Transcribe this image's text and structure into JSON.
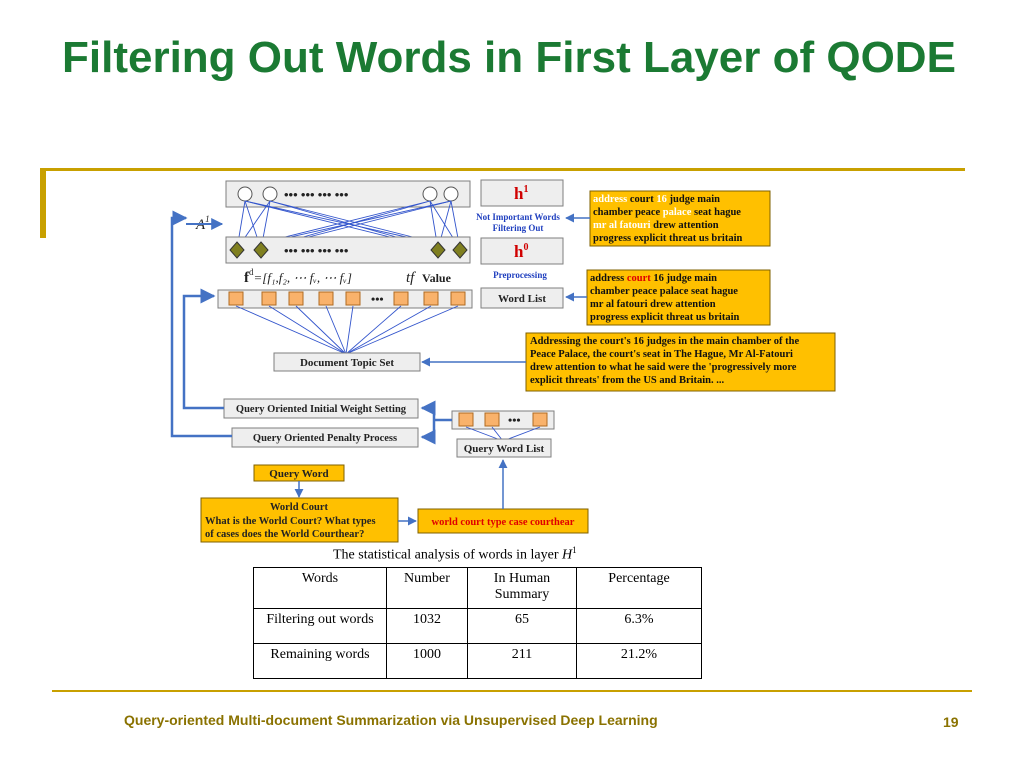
{
  "slide": {
    "title": "Filtering Out Words in First Layer of QODE",
    "footer": "Query-oriented Multi-document Summarization via Unsupervised Deep Learning",
    "page_number": "19"
  },
  "diagram": {
    "h1_label": "h",
    "h1_sup": "1",
    "h0_label": "h",
    "h0_sup": "0",
    "dots": "•••  •••  •••  •••",
    "small_dots": "•••",
    "not_important_1": "Not Important Words",
    "not_important_2": "Filtering Out",
    "preprocessing": "Preprocessing",
    "word_list": "Word List",
    "A_label": "A",
    "A_sup": "1",
    "feature_label": "f",
    "feature_sup": "d",
    "feature_eq": "=[f₁,f₂, ⋯ fᵥ, ⋯ fᵥ]",
    "tf": "tf",
    "value": "Value",
    "document_topic_set": "Document Topic Set",
    "weight_setting": "Query Oriented Initial Weight Setting",
    "penalty_process": "Query Oriented Penalty Process",
    "query_word_list": "Query Word List",
    "query_word": "Query Word",
    "world_court_title": "World Court",
    "world_court_q1": "What is the World Court? What types",
    "world_court_q2": "of cases does the World Courthear?",
    "query_terms": "world court type case courthear",
    "box1_lines": [
      [
        [
          "address",
          "w"
        ],
        [
          " court ",
          "k"
        ],
        [
          "16",
          "w"
        ],
        [
          " judge main",
          "k"
        ]
      ],
      [
        [
          "chamber peace ",
          "k"
        ],
        [
          "palace",
          "w"
        ],
        [
          " seat hague",
          "k"
        ]
      ],
      [
        [
          "mr al fatouri",
          "w"
        ],
        [
          " drew attention",
          "k"
        ]
      ],
      [
        [
          "progress explicit threat us britain",
          "k"
        ]
      ]
    ],
    "box2_lines": [
      [
        [
          "address ",
          "k"
        ],
        [
          "court",
          "r"
        ],
        [
          " 16 judge main",
          "k"
        ]
      ],
      [
        [
          "chamber peace palace seat hague",
          "k"
        ]
      ],
      [
        [
          "mr al fatouri drew attention",
          "k"
        ]
      ],
      [
        [
          "progress explicit threat us britain",
          "k"
        ]
      ]
    ],
    "doc_text_lines": [
      "Addressing the court's 16 judges in the main chamber of the",
      "Peace Palace, the court's seat in The Hague, Mr Al-Fatouri",
      "drew attention to what he said were the 'progressively more",
      "explicit threats' from the US and Britain. ..."
    ]
  },
  "table": {
    "caption": "The statistical analysis of words in layer",
    "caption_var": "H",
    "caption_sup": "1",
    "headers": [
      "Words",
      "Number",
      "In Human Summary",
      "Percentage"
    ],
    "rows": [
      [
        "Filtering out words",
        "1032",
        "65",
        "6.3%"
      ],
      [
        "Remaining words",
        "1000",
        "211",
        "21.2%"
      ]
    ]
  },
  "colors": {
    "title": "#1b7a33",
    "accent_gold": "#c8a000",
    "highlight_yellow": "#ffc000",
    "arrow_blue": "#4472c4",
    "node_orange": "#f9b26b",
    "node_olive": "#7f7f20",
    "text_blue": "#1f3fbf",
    "text_red": "#e00000"
  }
}
